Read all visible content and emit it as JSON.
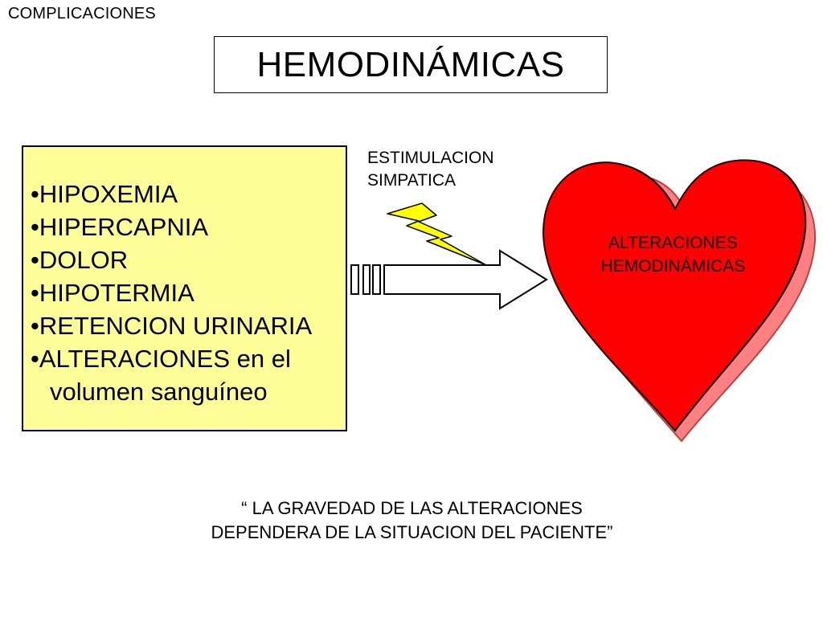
{
  "header": {
    "section": "COMPLICACIONES",
    "title": "HEMODINÁMICAS"
  },
  "causes": {
    "items": [
      "•HIPOXEMIA",
      "•HIPERCAPNIA",
      "•DOLOR",
      "•HIPOTERMIA",
      "•RETENCION URINARIA",
      "•ALTERACIONES en el"
    ],
    "continuation": "volumen sanguíneo"
  },
  "stimulus": {
    "line1": "ESTIMULACION",
    "line2": "SIMPATICA"
  },
  "heart": {
    "line1": "ALTERACIONES",
    "line2": "HEMODINÁMICAS"
  },
  "quote": {
    "line1": "“ LA GRAVEDAD DE LAS ALTERACIONES",
    "line2": "DEPENDERA DE LA SITUACION DEL PACIENTE”"
  },
  "colors": {
    "causes_background": "#ffff99",
    "heart_fill": "#ff0000",
    "heart_shadow": "#ff8080",
    "lightning_fill": "#ffff00"
  },
  "icons": {
    "lightning": "lightning-bolt-icon",
    "arrow": "right-arrow-icon",
    "heart": "heart-icon"
  }
}
